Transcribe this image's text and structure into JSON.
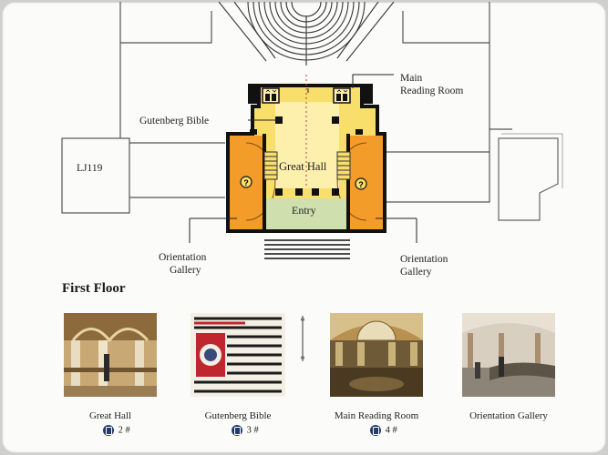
{
  "map": {
    "rooms": {
      "great_hall": "Great Hall",
      "entry": "Entry",
      "lj119": "LJ119"
    },
    "callouts": {
      "main_reading_room": [
        "Main",
        "Reading Room"
      ],
      "gutenberg_bible": "Gutenberg Bible",
      "orientation_left": [
        "Orientation",
        "Gallery"
      ],
      "orientation_right": [
        "Orientation",
        "Gallery"
      ]
    },
    "colors": {
      "great_hall": "#f8de6a",
      "great_hall_light": "#fdf0ad",
      "side_gallery": "#f39c2a",
      "entry": "#cfe0ae",
      "walls": "#111111"
    },
    "icons": [
      "elevator-icon",
      "elevator-icon",
      "info-question-icon",
      "info-question-icon"
    ]
  },
  "floor": {
    "title": "First Floor"
  },
  "exhibits": [
    {
      "caption": "Great Hall",
      "audio_number": "2",
      "audio_suffix": "#"
    },
    {
      "caption": "Gutenberg Bible",
      "audio_number": "3",
      "audio_suffix": "#"
    },
    {
      "caption": "Main Reading Room",
      "audio_number": "4",
      "audio_suffix": "#"
    },
    {
      "caption": "Orientation Gallery"
    }
  ]
}
